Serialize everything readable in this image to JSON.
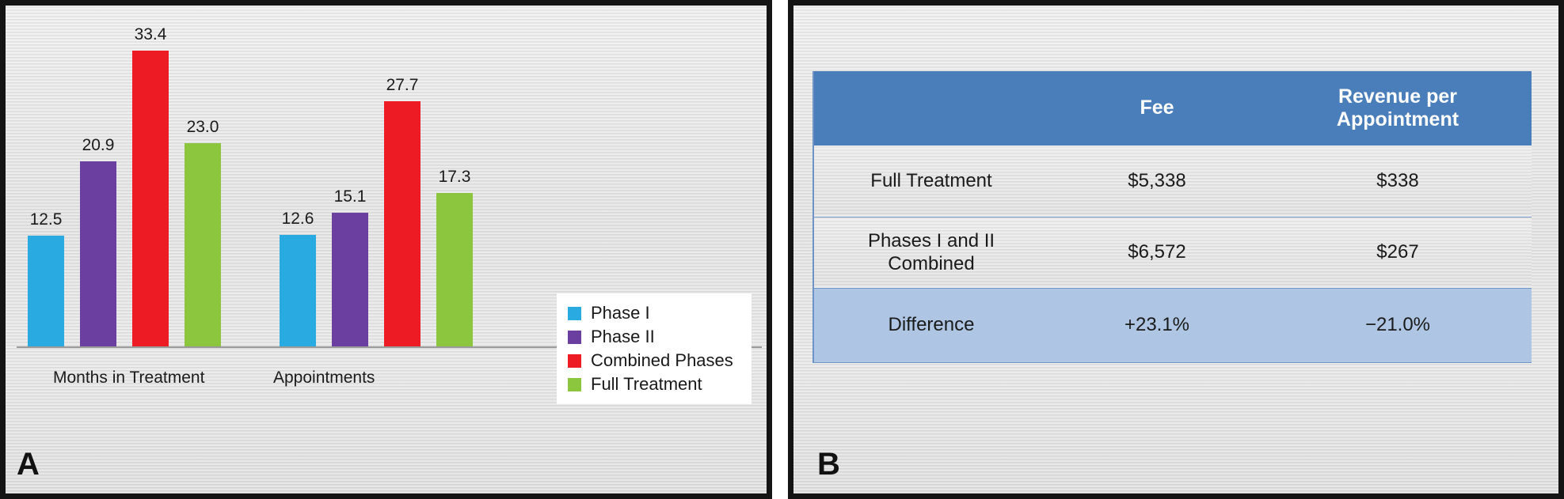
{
  "figure": {
    "panels": [
      {
        "letter": "A",
        "kind": "bar-chart"
      },
      {
        "letter": "B",
        "kind": "table"
      }
    ]
  },
  "chart_data": {
    "type": "bar",
    "title": "",
    "xlabel": "",
    "ylabel": "",
    "grid": false,
    "legend_position": "inside-right",
    "categories": [
      "Months in Treatment",
      "Appointments"
    ],
    "series": [
      {
        "name": "Phase I",
        "color": "#29abe2",
        "values": [
          12.5,
          12.6
        ],
        "labels": [
          "12.5",
          "12.6"
        ]
      },
      {
        "name": "Phase II",
        "color": "#6b3fa0",
        "values": [
          20.9,
          15.1
        ],
        "labels": [
          "20.9",
          "15.1"
        ]
      },
      {
        "name": "Combined Phases",
        "color": "#ed1c24",
        "values": [
          33.4,
          27.7
        ],
        "labels": [
          "33.4",
          "27.7"
        ]
      },
      {
        "name": "Full Treatment",
        "color": "#8cc63f",
        "values": [
          23.0,
          17.3
        ],
        "labels": [
          "23.0",
          "17.3"
        ]
      }
    ],
    "ylim": [
      0,
      38.5
    ]
  },
  "table_data": {
    "type": "table",
    "header": {
      "blank": "",
      "fee": "Fee",
      "revenue_line1": "Revenue per",
      "revenue_line2": "Appointment"
    },
    "rows": [
      {
        "label": "Full Treatment",
        "label_line2": "",
        "fee": "$5,338",
        "revenue": "$338",
        "style": "light"
      },
      {
        "label": "Phases I and II",
        "label_line2": "Combined",
        "fee": "$6,572",
        "revenue": "$267",
        "style": "light"
      },
      {
        "label": "Difference",
        "label_line2": "",
        "fee": "+23.1%",
        "revenue": "−21.0%",
        "style": "accent"
      }
    ]
  },
  "colors": {
    "header_blue": "#4a7ebb",
    "accent_row_blue": "#aec6e4",
    "panel_border": "#141414",
    "phase1": "#29abe2",
    "phase2": "#6b3fa0",
    "combined": "#ed1c24",
    "full": "#8cc63f"
  }
}
